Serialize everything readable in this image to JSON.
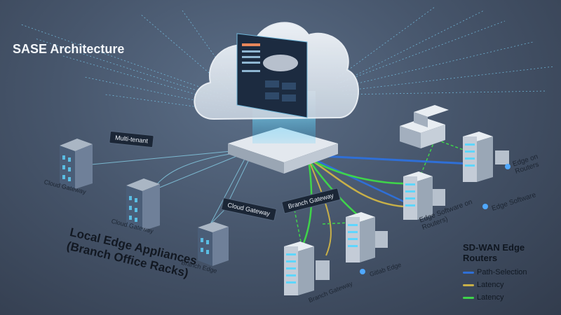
{
  "title": "SASE Architecture",
  "local_edge": {
    "line1": "Local Edge Appliances",
    "line2": "(Branch Office Racks)"
  },
  "tags": {
    "multi_tenant": "Multi-tenant",
    "cloud_gateway": "Cloud Gateway",
    "branch_gateway": "Branch Gateway"
  },
  "labels": {
    "cloud_gateway_1": "Cloud Gateway",
    "cloud_gateway_2": "Cloud Gateway",
    "branch_edge": "Branch Edge",
    "branch_gateway": "Branch Gateway",
    "gitlab_edge": "Gitlab Edge",
    "edge_software_routers_center": "Edge Software on Routers)",
    "edge_software_right": "Edge Software",
    "edge_on_routers": "Edge on Routers"
  },
  "legend": {
    "title": "SD-WAN Edge Routers",
    "items": [
      {
        "label": "Path-Selection",
        "color": "#2f6fd6"
      },
      {
        "label": "Latency",
        "color": "#c8b048"
      },
      {
        "label": "Latency",
        "color": "#3fd44a"
      }
    ]
  },
  "colors": {
    "background": "#47566c",
    "accent": "#3fd1ff",
    "path_blue": "#2f6fd6",
    "path_yellow": "#c8b048",
    "path_green": "#3fd44a"
  }
}
